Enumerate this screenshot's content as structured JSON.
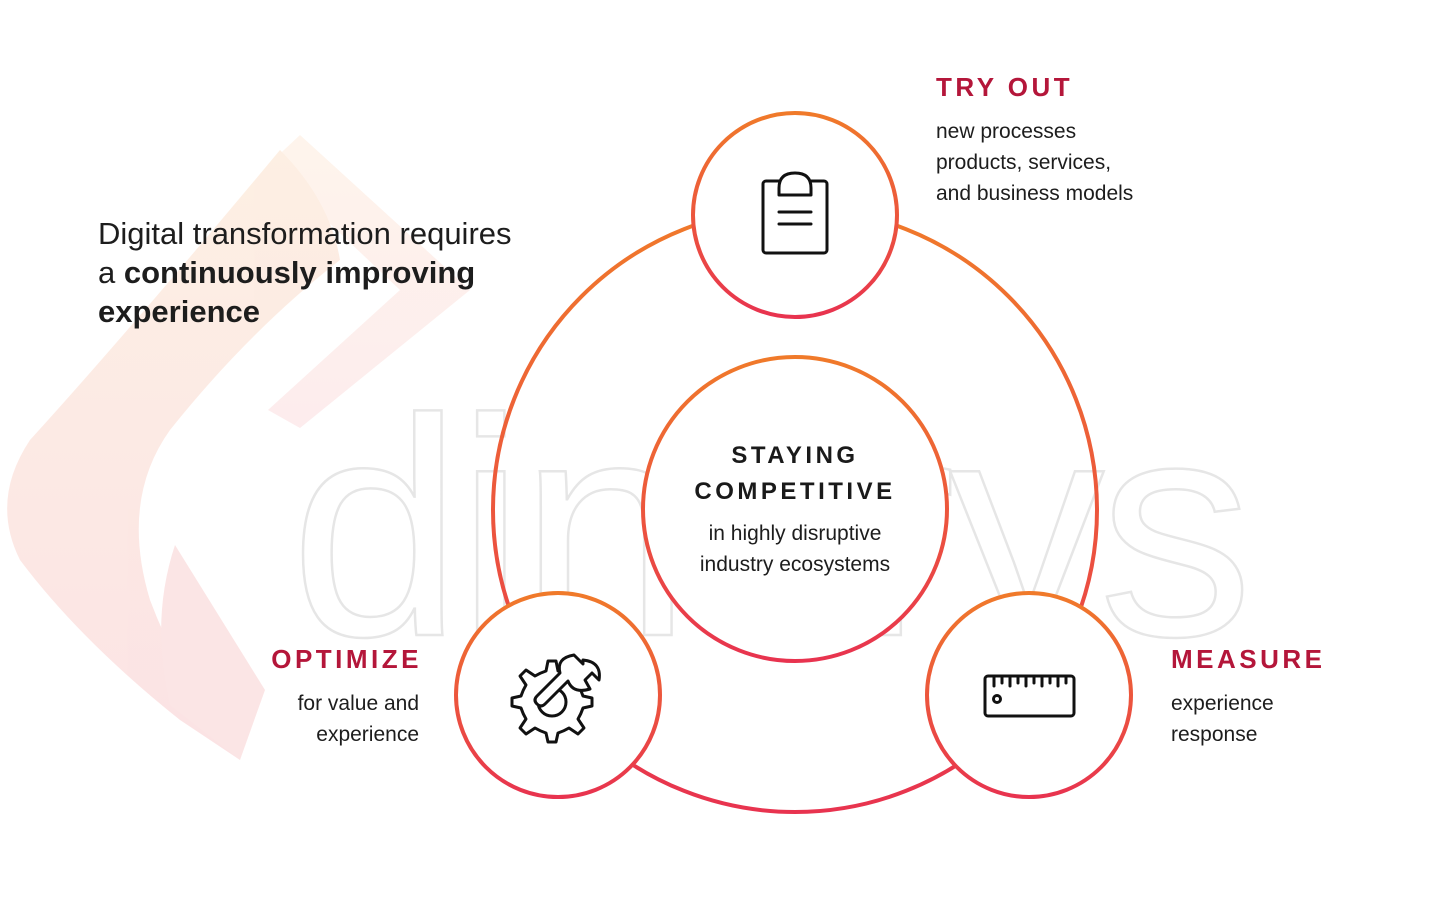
{
  "headline": {
    "normal": "Digital transformation requires a ",
    "bold": "continuously improving experience"
  },
  "watermark": {
    "text": "dinarys"
  },
  "center": {
    "title_line1": "STAYING",
    "title_line2": "COMPETITIVE",
    "desc_line1": "in highly disruptive",
    "desc_line2": "industry ecosystems"
  },
  "stages": {
    "try_out": {
      "title": "TRY OUT",
      "desc_line1": "new processes",
      "desc_line2": "products, services,",
      "desc_line3": "and business models",
      "icon": "clipboard-icon"
    },
    "optimize": {
      "title": "OPTIMIZE",
      "desc_line1": "for value and",
      "desc_line2": "experience",
      "icon": "gear-wrench-icon"
    },
    "measure": {
      "title": "MEASURE",
      "desc_line1": "experience",
      "desc_line2": "response",
      "icon": "ruler-icon"
    }
  },
  "colors": {
    "accent_orange": "#f07a2a",
    "accent_red": "#e8334f",
    "label_red": "#b4163a",
    "watermark_gray": "#e6e6e6",
    "logo_tint": "#fbe3e1"
  }
}
